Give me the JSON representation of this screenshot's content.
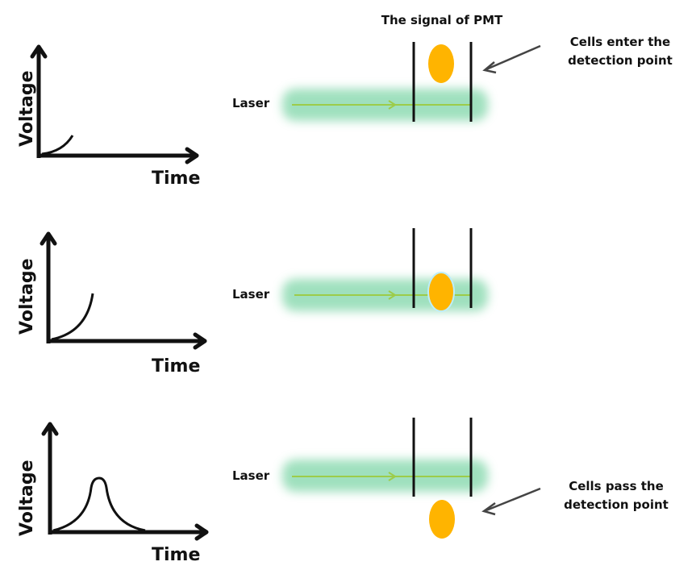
{
  "title": "The signal of PMT",
  "laser_label": "Laser",
  "colors": {
    "beam": "#7fd6a8",
    "beam_line": "#9ccc4a",
    "cell": "#ffb400",
    "ink": "#111111"
  },
  "panels": [
    {
      "axis_x": "Time",
      "axis_y": "Voltage",
      "signal_state": "rising-start",
      "annotation": "Cells enter the detection point",
      "annotation_lines": [
        "Cells enter the",
        "detection point"
      ]
    },
    {
      "axis_x": "Time",
      "axis_y": "Voltage",
      "signal_state": "rising",
      "annotation": "",
      "annotation_lines": []
    },
    {
      "axis_x": "Time",
      "axis_y": "Voltage",
      "signal_state": "peak",
      "annotation": "Cells pass the detection point",
      "annotation_lines": [
        "Cells pass the",
        "detection point"
      ]
    }
  ]
}
